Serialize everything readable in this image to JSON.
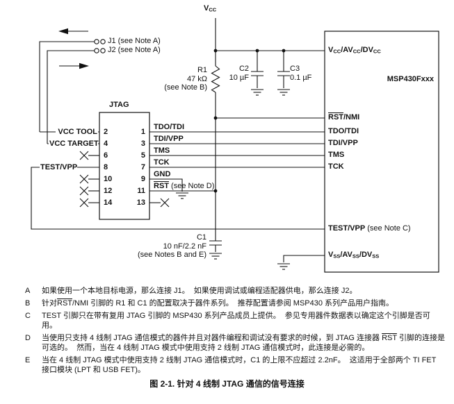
{
  "page": {
    "caption": "图 2-1. 针对 4 线制 JTAG 通信的信号连接"
  },
  "schematic": {
    "vcc_top": [
      {
        "t": "V",
        "s": "b"
      },
      {
        "t": "CC",
        "s": "b sub"
      }
    ],
    "jumpers": {
      "j1_label": "J1 (see Note A)",
      "j2_label": "J2 (see Note A)"
    },
    "components": {
      "r1_name": "R1",
      "r1_value": "47 kΩ",
      "r1_note": "(see Note B)",
      "c2_name": "C2",
      "c2_value": "10 µF",
      "c3_name": "C3",
      "c3_value": "0.1 µF",
      "c1_name": "C1",
      "c1_value": "10 nF/2.2 nF",
      "c1_note": "(see Notes B and E)"
    },
    "jtag": {
      "title": "JTAG",
      "pins_left": [
        "2",
        "4",
        "6",
        "8",
        "10",
        "12",
        "14"
      ],
      "pins_right": [
        "1",
        "3",
        "5",
        "7",
        "9",
        "11",
        "13"
      ],
      "left_labels": {
        "vcc_tool": "VCC TOOL",
        "vcc_target": "VCC TARGET",
        "test_vpp": "TEST/VPP"
      },
      "right_labels": {
        "tdo_tdi": "TDO/TDI",
        "tdi_vpp": "TDI/VPP",
        "tms": "TMS",
        "tck": "TCK",
        "gnd": "GND",
        "rst": [
          {
            "t": "RST",
            "s": "b ov"
          },
          {
            "t": " (see Note D)",
            "s": "r"
          }
        ]
      }
    },
    "msp430": {
      "title": "MSP430Fxxx",
      "pins": {
        "vcc": [
          {
            "t": "V",
            "s": "b"
          },
          {
            "t": "CC",
            "s": "b sub"
          },
          {
            "t": "/AV",
            "s": "b"
          },
          {
            "t": "CC",
            "s": "b sub"
          },
          {
            "t": "/DV",
            "s": "b"
          },
          {
            "t": "CC",
            "s": "b sub"
          }
        ],
        "rst_nmi": [
          {
            "t": "RST",
            "s": "b ov"
          },
          {
            "t": "/NMI",
            "s": "b"
          }
        ],
        "tdo_tdi": "TDO/TDI",
        "tdi_vpp": "TDI/VPP",
        "tms": "TMS",
        "tck": "TCK",
        "test_vpp": [
          {
            "t": "TEST/VPP",
            "s": "b"
          },
          {
            "t": " (see Note C)",
            "s": "r"
          }
        ],
        "vss": [
          {
            "t": "V",
            "s": "b"
          },
          {
            "t": "SS",
            "s": "b sub"
          },
          {
            "t": "/AV",
            "s": "b"
          },
          {
            "t": "SS",
            "s": "b sub"
          },
          {
            "t": "/DV",
            "s": "b"
          },
          {
            "t": "SS",
            "s": "b sub"
          }
        ]
      }
    }
  },
  "notes": [
    {
      "letter": "A",
      "segments": [
        {
          "t": "如果使用一个本地目标电源，那么连接 J1。  如果使用调试或编程适配器供电，那么连接 J2。"
        }
      ]
    },
    {
      "letter": "B",
      "segments": [
        {
          "t": "针对"
        },
        {
          "t": "RST",
          "s": "ov"
        },
        {
          "t": "/NMI 引脚的 R1 和 C1 的配置取决于器件系列。  推荐配置请参阅 MSP430 系列产品用户指南。"
        }
      ]
    },
    {
      "letter": "C",
      "segments": [
        {
          "t": "TEST 引脚只在带有复用 JTAG 引脚的 MSP430 系列产品成员上提供。  参见专用器件数据表以确定这个引脚是否可用。"
        }
      ]
    },
    {
      "letter": "D",
      "segments": [
        {
          "t": "当使用只支持 4 线制 JTAG 通信模式的器件并且对器件编程和调试没有要求的时候，到 JTAG 连接器 "
        },
        {
          "t": "RST",
          "s": "ov"
        },
        {
          "t": " 引脚的连接是可选的。  然而，当在 4 线制 JTAG 模式中使用支持 2 线制 JTAG 通信模式时，此连接是必需的。"
        }
      ]
    },
    {
      "letter": "E",
      "segments": [
        {
          "t": "当在 4 线制 JTAG 模式中使用支持 2 线制 JTAG 通信模式时，C1 的上限不应超过 2.2nF。  这适用于全部两个 TI FET 接口模块 (LPT 和 USB FET)。"
        }
      ]
    }
  ]
}
